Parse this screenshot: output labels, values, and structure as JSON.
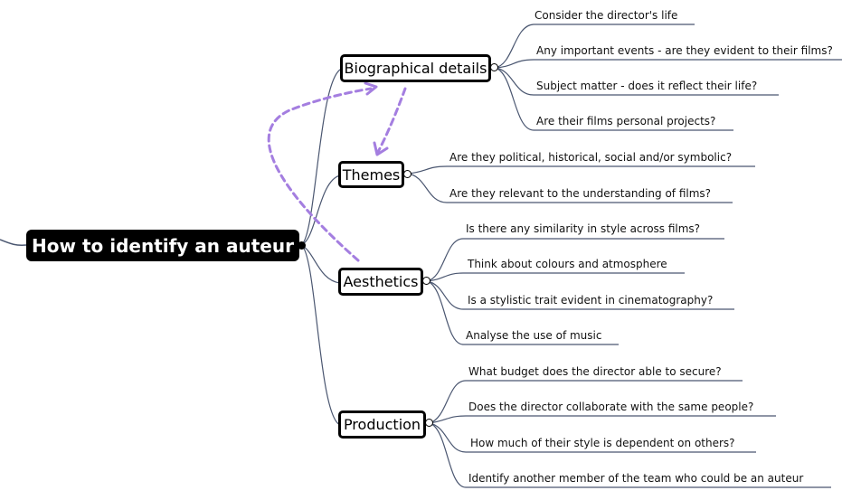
{
  "map": {
    "root": "How to identify an auteur",
    "topics": [
      {
        "label": "Biographical details",
        "children": [
          "Consider the director's life",
          "Any important events - are they evident to their films?",
          "Subject matter - does it reflect their life?",
          "Are their films personal projects?"
        ]
      },
      {
        "label": "Themes",
        "children": [
          "Are they political, historical, social and/or symbolic?",
          "Are they relevant to the understanding of films?"
        ]
      },
      {
        "label": "Aesthetics",
        "children": [
          "Is there any similarity in style across films?",
          "Think about colours and atmosphere",
          "Is a stylistic trait evident in cinematography?",
          "Analyse the use of music"
        ]
      },
      {
        "label": "Production",
        "children": [
          "What budget does the director able to secure?",
          "Does the director collaborate with the same people?",
          "How much of their style is dependent on others?",
          "Identify another member of the team who could be an auteur"
        ]
      }
    ]
  },
  "colors": {
    "line": "#4a5670",
    "relationship": "#a47ee0",
    "root_bg": "#000000",
    "root_text": "#ffffff"
  }
}
